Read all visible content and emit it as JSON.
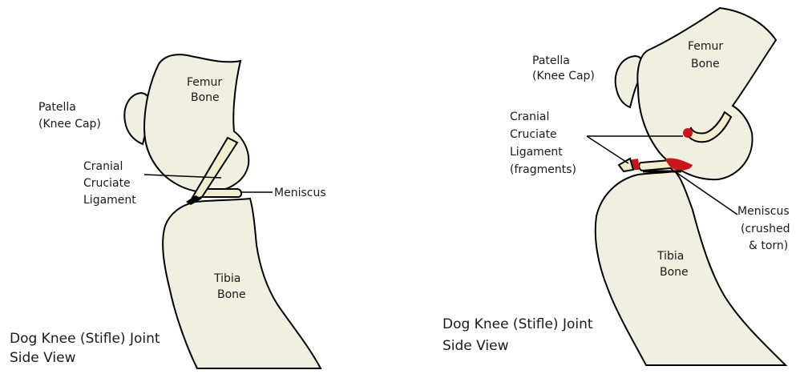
{
  "colors": {
    "bone_fill": "#f1efdf",
    "outline": "#000000",
    "ligament_fill": "#f3edcf",
    "damage_red": "#c8161d",
    "background": "#ffffff"
  },
  "left_panel": {
    "femur_label": [
      "Femur",
      "Bone"
    ],
    "patella_label": [
      "Patella",
      "(Knee Cap)"
    ],
    "ligament_label": [
      "Cranial",
      "Cruciate",
      "Ligament"
    ],
    "meniscus_label": [
      "Meniscus"
    ],
    "tibia_label": [
      "Tibia",
      "Bone"
    ],
    "caption": [
      "Dog Knee (Stifle) Joint",
      "Side View"
    ]
  },
  "right_panel": {
    "femur_label": [
      "Femur",
      "Bone"
    ],
    "patella_label": [
      "Patella",
      "(Knee Cap)"
    ],
    "ligament_label": [
      "Cranial",
      "Cruciate",
      "Ligament",
      "(fragments)"
    ],
    "meniscus_label": [
      "Meniscus",
      "(crushed",
      "& torn)"
    ],
    "tibia_label": [
      "Tibia",
      "Bone"
    ],
    "caption": [
      "Dog Knee (Stifle) Joint",
      "Side View"
    ]
  }
}
